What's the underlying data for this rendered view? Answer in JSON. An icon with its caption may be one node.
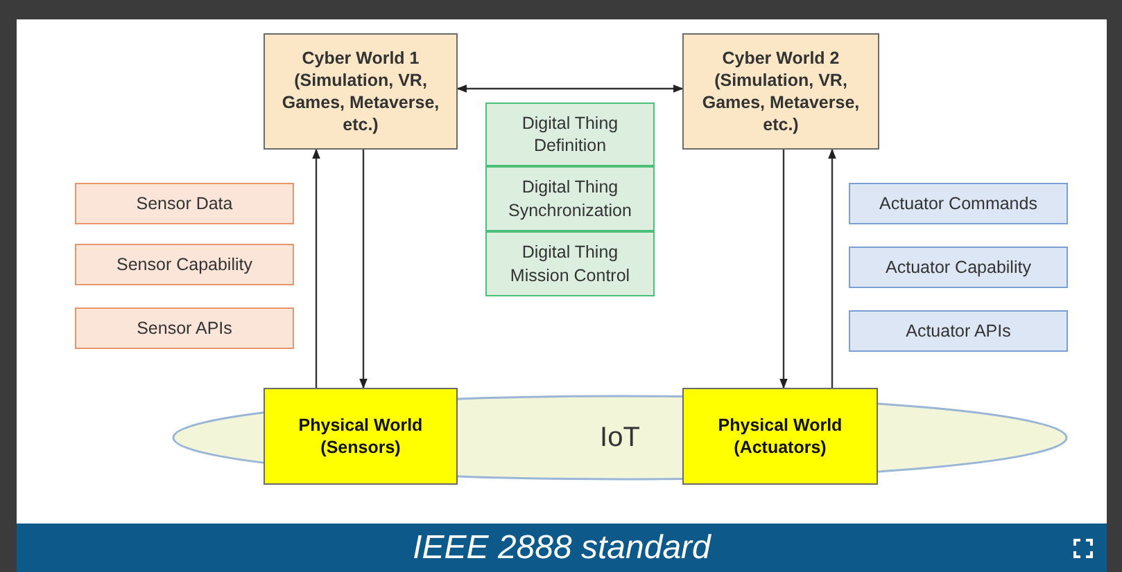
{
  "diagram": {
    "caption": "IEEE 2888 standard",
    "nodes": [
      {
        "text": [
          "Cyber World 1 (Simulation, VR, Games, Metaverse, etc.)"
        ]
      },
      {
        "text": [
          "Cyber World 2 (Simulation, VR, Games, Metaverse, etc.)"
        ]
      },
      {
        "text": [
          "Digital Thing Definition"
        ]
      },
      {
        "text": [
          "Digital Thing Synchronization"
        ]
      },
      {
        "text": [
          "Digital Thing Mission Control"
        ]
      },
      {
        "text": [
          "Sensor Data"
        ]
      },
      {
        "text": [
          "Sensor Capability"
        ]
      },
      {
        "text": [
          "Sensor APIs"
        ]
      },
      {
        "text": [
          "Actuator Commands"
        ]
      },
      {
        "text": [
          "Actuator Capability"
        ]
      },
      {
        "text": [
          "Actuator APIs"
        ]
      },
      {
        "text": [
          "IoT"
        ]
      },
      {
        "text": [
          "Physical World (Sensors)"
        ]
      },
      {
        "text": [
          "Physical World (Actuators)"
        ]
      }
    ],
    "edges": [
      {
        "from": 0,
        "to": 1,
        "arrow": "both"
      },
      {
        "from": 12,
        "to": 0,
        "arrow": "to"
      },
      {
        "from": 0,
        "to": 12,
        "arrow": "to"
      },
      {
        "from": 1,
        "to": 13,
        "arrow": "to"
      },
      {
        "from": 13,
        "to": 1,
        "arrow": "to"
      }
    ]
  }
}
